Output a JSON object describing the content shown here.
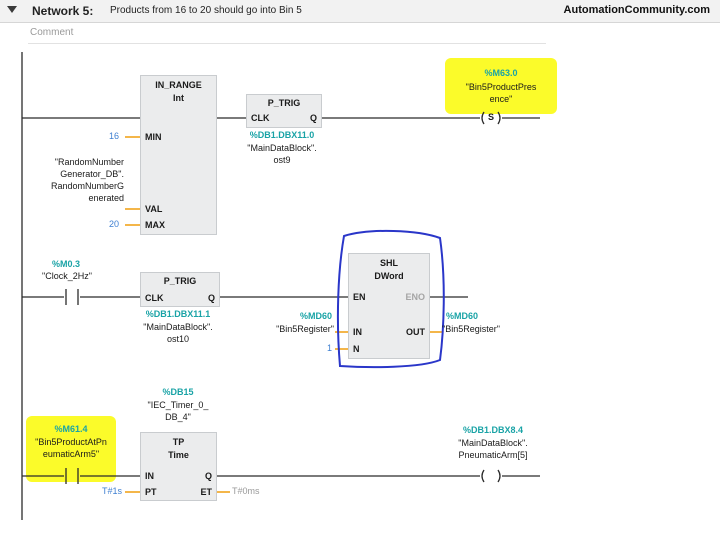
{
  "header": {
    "network_label": "Network 5:",
    "description": "Products from 16 to 20 should go into Bin 5",
    "site": "AutomationCommunity.com"
  },
  "comment_placeholder": "Comment",
  "rung1": {
    "in_range": {
      "title": "IN_RANGE",
      "type": "Int",
      "pin_min": "MIN",
      "pin_val": "VAL",
      "pin_max": "MAX",
      "min_value": "16",
      "max_value": "20",
      "val_operand": [
        "\"RandomNumber",
        "Generator_DB\".",
        "RandomNumberG",
        "enerated"
      ]
    },
    "p_trig": {
      "title": "P_TRIG",
      "pin_clk": "CLK",
      "pin_q": "Q",
      "address": "%DB1.DBX11.0",
      "operand": [
        "\"MainDataBlock\".",
        "ost9"
      ]
    },
    "set_coil": {
      "address": "%M63.0",
      "operand": [
        "\"Bin5ProductPres",
        "ence\""
      ],
      "symbol": "S"
    }
  },
  "rung2": {
    "contact": {
      "address": "%M0.3",
      "operand": "\"Clock_2Hz\""
    },
    "p_trig": {
      "title": "P_TRIG",
      "pin_clk": "CLK",
      "pin_q": "Q",
      "address": "%DB1.DBX11.1",
      "operand": [
        "\"MainDataBlock\".",
        "ost10"
      ]
    },
    "shl": {
      "title": "SHL",
      "type": "DWord",
      "pin_en": "EN",
      "pin_eno": "ENO",
      "pin_in": "IN",
      "pin_out": "OUT",
      "pin_n": "N",
      "in_address": "%MD60",
      "in_operand": "\"Bin5Register\"",
      "out_address": "%MD60",
      "out_operand": "\"Bin5Register\"",
      "n_value": "1"
    }
  },
  "rung3": {
    "timer_instance": {
      "address": "%DB15",
      "operand": [
        "\"IEC_Timer_0_",
        "DB_4\""
      ]
    },
    "tp": {
      "title": "TP",
      "type": "Time",
      "pin_in": "IN",
      "pin_q": "Q",
      "pin_pt": "PT",
      "pin_et": "ET",
      "pt_value": "T#1s",
      "et_value": "T#0ms"
    },
    "contact": {
      "address": "%M61.4",
      "operand": [
        "\"Bin5ProductAtPn",
        "eumaticArm5\""
      ]
    },
    "coil": {
      "address": "%DB1.DBX8.4",
      "operand": [
        "\"MainDataBlock\".",
        "PneumaticArm[5]"
      ]
    }
  },
  "colors": {
    "tag": "#19a3a6",
    "constant": "#3e7fd1",
    "highlight": "#fbfb2a",
    "annotation": "#2a36c9",
    "block_fill": "#ebeced"
  }
}
